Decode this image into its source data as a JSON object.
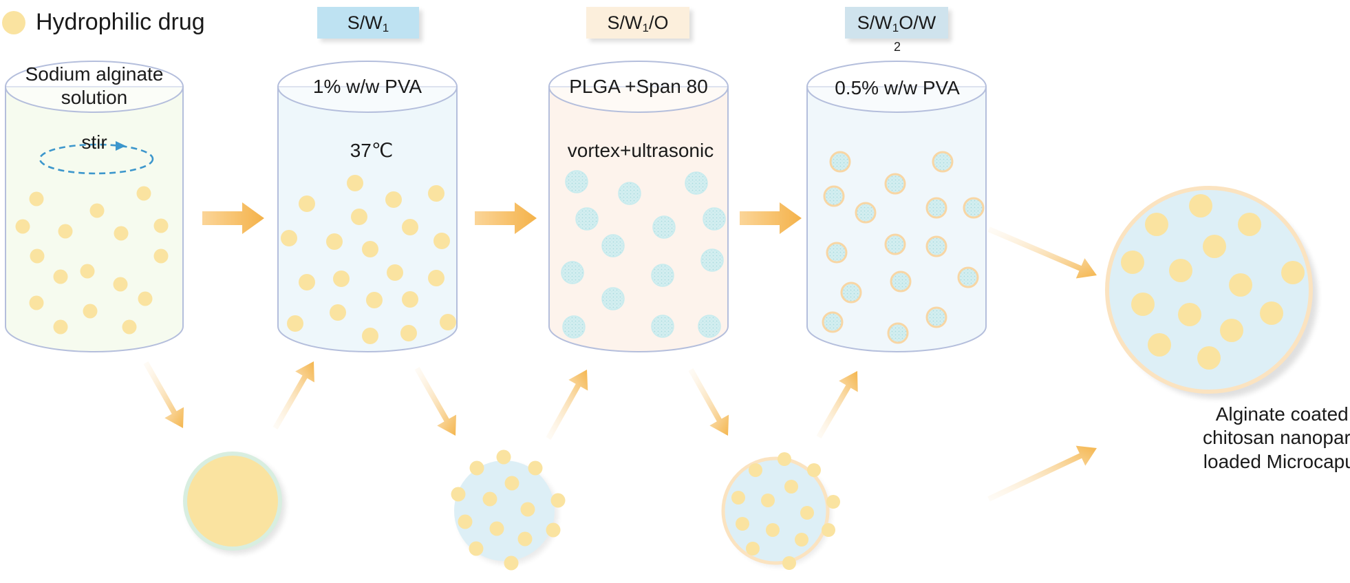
{
  "legend": {
    "label": "Hydrophilic drug"
  },
  "stages": [
    {
      "tag": "S/W",
      "tag_sub": "1",
      "tag_rest": "",
      "tag_sub2": "",
      "top_label": "1%  w/w PVA",
      "mid_label": "37℃"
    },
    {
      "tag": "S/W",
      "tag_sub": "1",
      "tag_rest": "/O",
      "tag_sub2": "",
      "top_label": "PLGA +Span 80",
      "mid_label": "vortex+ultrasonic"
    },
    {
      "tag": "S/W",
      "tag_sub": "1",
      "tag_rest": "O/W",
      "tag_sub2": "2",
      "top_label": "0.5% w/w PVA",
      "mid_label": ""
    }
  ],
  "first_beaker": {
    "label_line1": "Sodium alginate",
    "label_line2": "solution",
    "stir_label": "stir"
  },
  "result": {
    "line1": "Alginate coated with",
    "line2": "chitosan nanoparticles-",
    "line3": "loaded Microcapusules"
  },
  "colors": {
    "drug": "#fae3a0",
    "drug_dark": "#f7d98a",
    "arrow": "#f4b74c",
    "beaker_outline": "#b4bedc",
    "beaker1_fill": "#f6fbef",
    "beaker2_fill": "#eef7fb",
    "beaker3_fill": "#fdf3ec",
    "beaker4_fill": "#f0f7fb",
    "capsule_fill": "#ddeff6",
    "capsule_rim": "#fbe3c0",
    "tag1_bg": "#bee2f2",
    "tag2_bg": "#fcefdc",
    "tag3_bg": "#cfe3ed",
    "stir": "#3c96cc"
  }
}
